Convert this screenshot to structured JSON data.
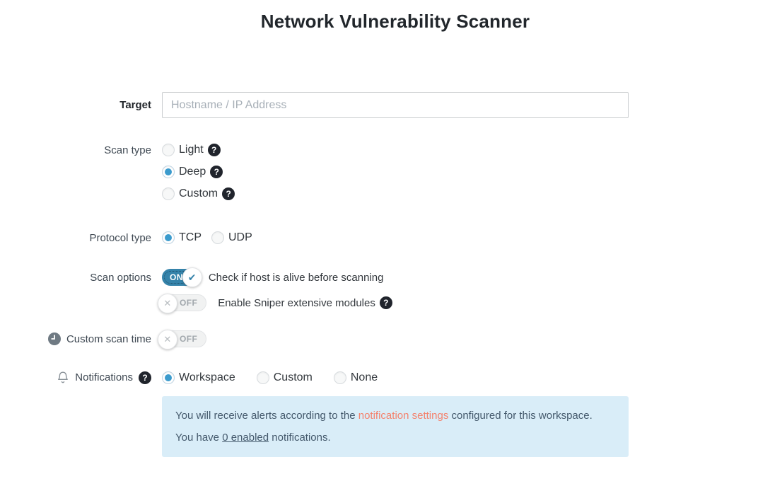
{
  "title": "Network Vulnerability Scanner",
  "colors": {
    "accent_blue": "#3b9bcd",
    "toggle_on": "#3583aa",
    "link_salmon": "#f4826d",
    "notice_bg": "#d9edf8",
    "notice_text": "#44596c"
  },
  "icons": {
    "help_glyph": "?",
    "on_knob_glyph": "✔",
    "off_knob_glyph": "✕"
  },
  "form": {
    "target": {
      "label": "Target",
      "value": "",
      "placeholder": "Hostname / IP Address"
    },
    "scan_type": {
      "label": "Scan type",
      "options": [
        {
          "label": "Light",
          "selected": false,
          "help": true
        },
        {
          "label": "Deep",
          "selected": true,
          "help": true
        },
        {
          "label": "Custom",
          "selected": false,
          "help": true
        }
      ]
    },
    "protocol_type": {
      "label": "Protocol type",
      "options": [
        {
          "label": "TCP",
          "selected": true
        },
        {
          "label": "UDP",
          "selected": false
        }
      ]
    },
    "scan_options": {
      "label": "Scan options",
      "toggles": [
        {
          "state": "ON",
          "label": "Check if host is alive before scanning",
          "help": false
        },
        {
          "state": "OFF",
          "label": "Enable Sniper extensive modules",
          "help": true
        }
      ]
    },
    "custom_scan_time": {
      "label": "Custom scan time",
      "state": "OFF"
    },
    "notifications": {
      "label": "Notifications",
      "options": [
        {
          "label": "Workspace",
          "selected": true
        },
        {
          "label": "Custom",
          "selected": false
        },
        {
          "label": "None",
          "selected": false
        }
      ]
    },
    "notice": {
      "line1_prefix": "You will receive alerts according to the ",
      "line1_link": "notification settings",
      "line1_suffix": " configured for this workspace.",
      "line2_prefix": "You have ",
      "line2_link": "0 enabled",
      "line2_suffix": " notifications."
    }
  }
}
